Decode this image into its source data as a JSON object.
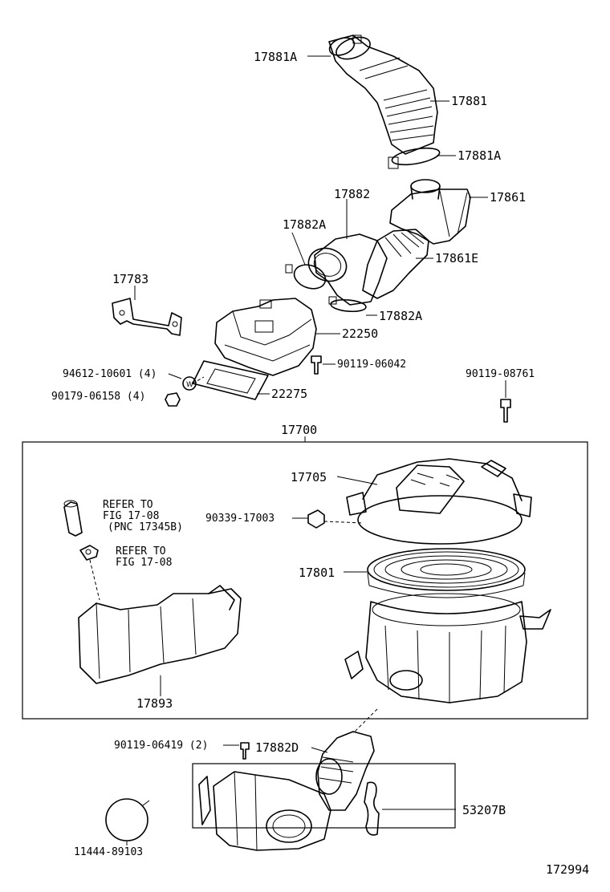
{
  "diagram_id": "172994",
  "labels": {
    "hose_clamp_a_upper": "17881A",
    "hose_upper": "17881",
    "hose_clamp_a_lower": "17881A",
    "hose_17882": "17882",
    "clamp_17882a_upper": "17882A",
    "duct_17861": "17861",
    "hose_17861e": "17861E",
    "clamp_17882a_lower": "17882A",
    "bracket_17783": "17783",
    "meter_22250": "22250",
    "bolt_90119_06042": "90119-06042",
    "washer_94612": "94612-10601 (4)",
    "nut_90179": "90179-06158 (4)",
    "gasket_22275": "22275",
    "bolt_90119_08761": "90119-08761",
    "assembly_17700": "17700",
    "cap_17705": "17705",
    "plug_90339": "90339-17003",
    "element_17801": "17801",
    "refer_1_line1": "REFER TO",
    "refer_1_line2": "FIG 17-08",
    "refer_1_line3": "(PNC 17345B)",
    "refer_2_line1": "REFER TO",
    "refer_2_line2": "FIG 17-08",
    "resonator_17893": "17893",
    "bolt_90119_06419": "90119-06419 (2)",
    "hose_17882d": "17882D",
    "clamp_53207b": "53207B",
    "cap_11444": "11444-89103"
  }
}
